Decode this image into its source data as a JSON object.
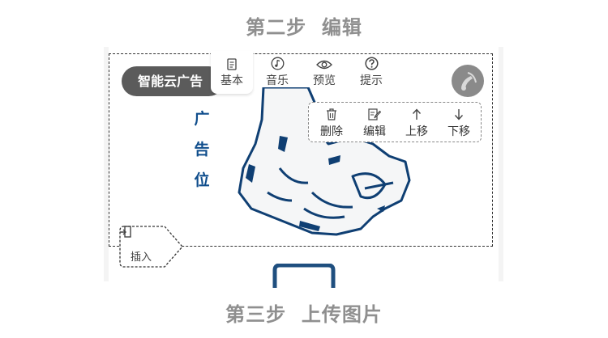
{
  "steps": {
    "top_title": "第二步  编辑",
    "bottom_title": "第三步  上传图片"
  },
  "app_name": "智能云广告",
  "banner": {
    "vertical_chars": [
      "广",
      "告",
      "位"
    ],
    "art_icon": "pointing-hand-illustration"
  },
  "top_toolbar": {
    "items": [
      {
        "label": "基本",
        "icon": "document-icon",
        "active": true
      },
      {
        "label": "音乐",
        "icon": "music-note-icon",
        "active": false
      },
      {
        "label": "预览",
        "icon": "eye-icon",
        "active": false
      },
      {
        "label": "提示",
        "icon": "question-circle-icon",
        "active": false
      }
    ]
  },
  "edit_toolbar": {
    "items": [
      {
        "label": "删除",
        "icon": "trash-icon"
      },
      {
        "label": "编辑",
        "icon": "edit-icon"
      },
      {
        "label": "上移",
        "icon": "arrow-up-icon"
      },
      {
        "label": "下移",
        "icon": "arrow-down-icon"
      }
    ]
  },
  "insert": {
    "label": "插入",
    "icon": "insert-icon"
  },
  "colors": {
    "step_title": "#8f8f8f",
    "pill_bg": "#5b5b5b",
    "banner_text": "#0f4d8c",
    "hand_outline": "#0f3f73"
  }
}
